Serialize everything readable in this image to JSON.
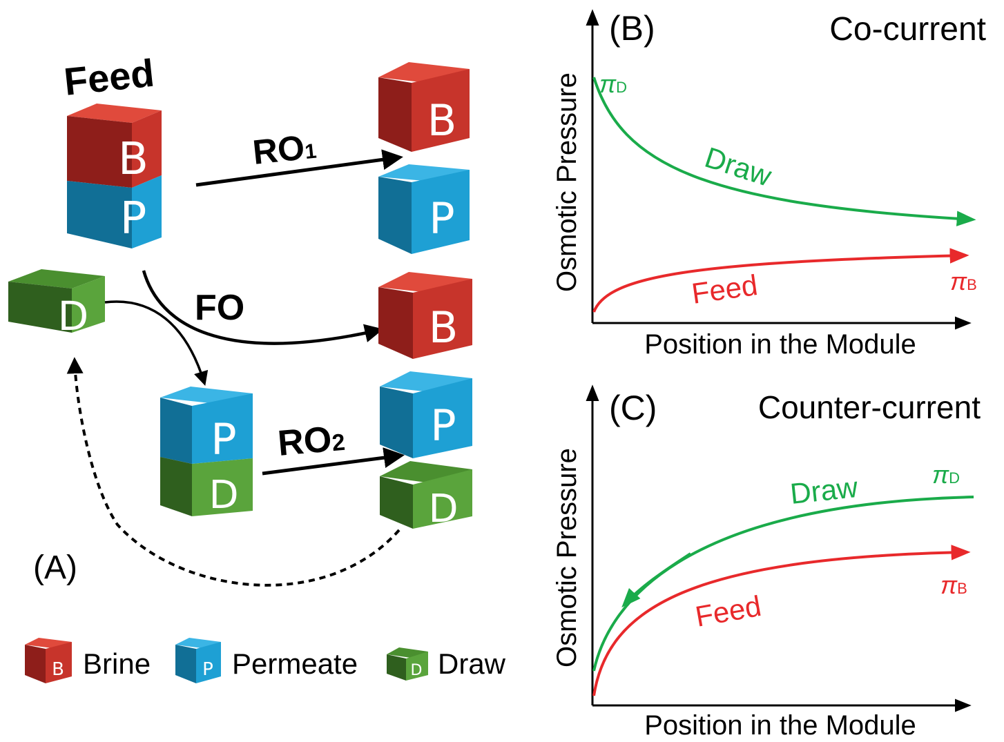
{
  "colors": {
    "brine": "#c7342b",
    "permeate": "#1ea0d4",
    "draw_cube": "#5aa43c",
    "draw_curve": "#1aab4a",
    "feed_curve": "#e8292b",
    "axis": "#000000"
  },
  "panel_a": {
    "label": "(A)",
    "feed_label": "Feed",
    "ro1_label": "RO",
    "ro1_sub": "1",
    "fo_label": "FO",
    "ro2_label": "RO",
    "ro2_sub": "2",
    "cube_letters": {
      "brine": "B",
      "permeate": "P",
      "draw": "D"
    },
    "legend": [
      {
        "letter": "B",
        "label": "Brine"
      },
      {
        "letter": "P",
        "label": "Permeate"
      },
      {
        "letter": "D",
        "label": "Draw"
      }
    ]
  },
  "panel_b": {
    "label": "(B)",
    "mode": "Co-current",
    "ylabel": "Osmotic Pressure",
    "xlabel": "Position in the Module",
    "draw_label": "Draw",
    "feed_label": "Feed",
    "pi_symbol": "π",
    "pi_d_sub": "D",
    "pi_b_sub": "B"
  },
  "panel_c": {
    "label": "(C)",
    "mode": "Counter-current",
    "ylabel": "Osmotic Pressure",
    "xlabel": "Position in the Module",
    "draw_label": "Draw",
    "feed_label": "Feed",
    "pi_symbol": "π",
    "pi_d_sub": "D",
    "pi_b_sub": "B"
  }
}
